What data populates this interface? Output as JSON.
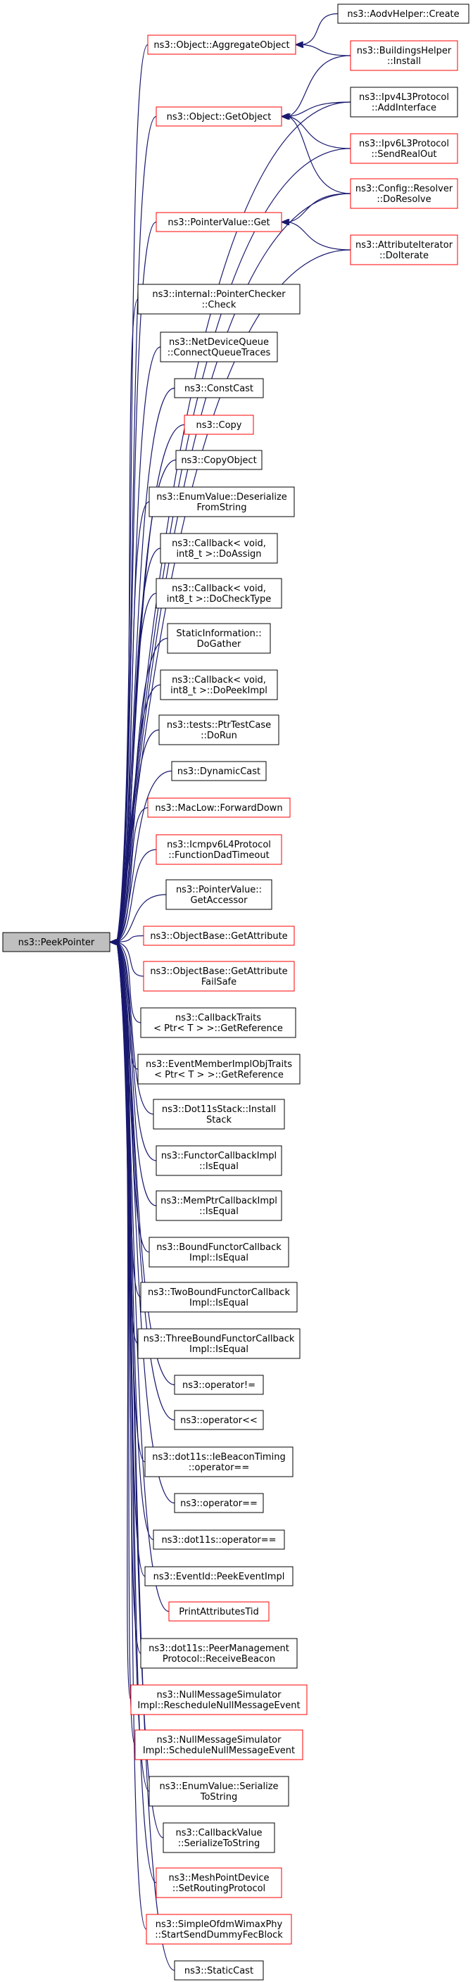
{
  "colors": {
    "edge": "#191970",
    "node_black": "#000000",
    "node_red": "#ff0000",
    "root_fill": "#bfbfbf",
    "background": "#ffffff"
  },
  "graph": {
    "root": {
      "id": "root",
      "lines": [
        "ns3::PeekPointer"
      ],
      "color": "root"
    },
    "nodes": [
      {
        "id": "aggregate",
        "lines": [
          "ns3::Object::AggregateObject"
        ],
        "color": "red"
      },
      {
        "id": "getobject",
        "lines": [
          "ns3::Object::GetObject"
        ],
        "color": "red"
      },
      {
        "id": "pvget",
        "lines": [
          "ns3::PointerValue::Get"
        ],
        "color": "red"
      },
      {
        "id": "aodv",
        "lines": [
          "ns3::AodvHelper::Create"
        ],
        "color": "black"
      },
      {
        "id": "buildings",
        "lines": [
          "ns3::BuildingsHelper",
          "::Install"
        ],
        "color": "red"
      },
      {
        "id": "ipv4",
        "lines": [
          "ns3::Ipv4L3Protocol",
          "::AddInterface"
        ],
        "color": "black"
      },
      {
        "id": "ipv6",
        "lines": [
          "ns3::Ipv6L3Protocol",
          "::SendRealOut"
        ],
        "color": "red"
      },
      {
        "id": "resolver",
        "lines": [
          "ns3::Config::Resolver",
          "::DoResolve"
        ],
        "color": "red"
      },
      {
        "id": "attriter",
        "lines": [
          "ns3::AttributeIterator",
          "::DoIterate"
        ],
        "color": "red"
      },
      {
        "id": "pointerchecker",
        "lines": [
          "ns3::internal::PointerChecker",
          "::Check"
        ],
        "color": "black"
      },
      {
        "id": "netdevq",
        "lines": [
          "ns3::NetDeviceQueue",
          "::ConnectQueueTraces"
        ],
        "color": "black"
      },
      {
        "id": "constcast",
        "lines": [
          "ns3::ConstCast"
        ],
        "color": "black"
      },
      {
        "id": "copy",
        "lines": [
          "ns3::Copy"
        ],
        "color": "red"
      },
      {
        "id": "copyobject",
        "lines": [
          "ns3::CopyObject"
        ],
        "color": "black"
      },
      {
        "id": "enumdeser",
        "lines": [
          "ns3::EnumValue::Deserialize",
          "FromString"
        ],
        "color": "black"
      },
      {
        "id": "cbassign",
        "lines": [
          "ns3::Callback< void,",
          "int8_t >::DoAssign"
        ],
        "color": "black"
      },
      {
        "id": "cbcheck",
        "lines": [
          "ns3::Callback< void,",
          "int8_t >::DoCheckType"
        ],
        "color": "black"
      },
      {
        "id": "staticinfo",
        "lines": [
          "StaticInformation::",
          "DoGather"
        ],
        "color": "black"
      },
      {
        "id": "cbpeek",
        "lines": [
          "ns3::Callback< void,",
          "int8_t >::DoPeekImpl"
        ],
        "color": "black"
      },
      {
        "id": "ptrtest",
        "lines": [
          "ns3::tests::PtrTestCase",
          "::DoRun"
        ],
        "color": "black"
      },
      {
        "id": "dyncast",
        "lines": [
          "ns3::DynamicCast"
        ],
        "color": "black"
      },
      {
        "id": "maclow",
        "lines": [
          "ns3::MacLow::ForwardDown"
        ],
        "color": "red"
      },
      {
        "id": "icmpv6",
        "lines": [
          "ns3::Icmpv6L4Protocol",
          "::FunctionDadTimeout"
        ],
        "color": "red"
      },
      {
        "id": "pvaccessor",
        "lines": [
          "ns3::PointerValue::",
          "GetAccessor"
        ],
        "color": "black"
      },
      {
        "id": "obgetattr",
        "lines": [
          "ns3::ObjectBase::GetAttribute"
        ],
        "color": "red"
      },
      {
        "id": "obgetattrfs",
        "lines": [
          "ns3::ObjectBase::GetAttribute",
          "FailSafe"
        ],
        "color": "red"
      },
      {
        "id": "cbtraits",
        "lines": [
          "ns3::CallbackTraits",
          "< Ptr< T > >::GetReference"
        ],
        "color": "black"
      },
      {
        "id": "eventmember",
        "lines": [
          "ns3::EventMemberImplObjTraits",
          "< Ptr< T > >::GetReference"
        ],
        "color": "black"
      },
      {
        "id": "dot11sstack",
        "lines": [
          "ns3::Dot11sStack::Install",
          "Stack"
        ],
        "color": "black"
      },
      {
        "id": "functorcb",
        "lines": [
          "ns3::FunctorCallbackImpl",
          "::IsEqual"
        ],
        "color": "black"
      },
      {
        "id": "memptrcb",
        "lines": [
          "ns3::MemPtrCallbackImpl",
          "::IsEqual"
        ],
        "color": "black"
      },
      {
        "id": "boundfunctor",
        "lines": [
          "ns3::BoundFunctorCallback",
          "Impl::IsEqual"
        ],
        "color": "black"
      },
      {
        "id": "twobound",
        "lines": [
          "ns3::TwoBoundFunctorCallback",
          "Impl::IsEqual"
        ],
        "color": "black"
      },
      {
        "id": "threebound",
        "lines": [
          "ns3::ThreeBoundFunctorCallback",
          "Impl::IsEqual"
        ],
        "color": "black"
      },
      {
        "id": "opneq",
        "lines": [
          "ns3::operator!="
        ],
        "color": "black"
      },
      {
        "id": "opshl",
        "lines": [
          "ns3::operator<<"
        ],
        "color": "black"
      },
      {
        "id": "iebeacon",
        "lines": [
          "ns3::dot11s::IeBeaconTiming",
          "::operator=="
        ],
        "color": "black"
      },
      {
        "id": "opeq",
        "lines": [
          "ns3::operator=="
        ],
        "color": "black"
      },
      {
        "id": "dot11seq",
        "lines": [
          "ns3::dot11s::operator=="
        ],
        "color": "black"
      },
      {
        "id": "eventid",
        "lines": [
          "ns3::EventId::PeekEventImpl"
        ],
        "color": "black"
      },
      {
        "id": "printattr",
        "lines": [
          "PrintAttributesTid"
        ],
        "color": "red"
      },
      {
        "id": "peermgmt",
        "lines": [
          "ns3::dot11s::PeerManagement",
          "Protocol::ReceiveBeacon"
        ],
        "color": "black"
      },
      {
        "id": "nullresched",
        "lines": [
          "ns3::NullMessageSimulator",
          "Impl::RescheduleNullMessageEvent"
        ],
        "color": "red"
      },
      {
        "id": "nullsched",
        "lines": [
          "ns3::NullMessageSimulator",
          "Impl::ScheduleNullMessageEvent"
        ],
        "color": "red"
      },
      {
        "id": "enumser",
        "lines": [
          "ns3::EnumValue::Serialize",
          "ToString"
        ],
        "color": "black"
      },
      {
        "id": "cbvalue",
        "lines": [
          "ns3::CallbackValue",
          "::SerializeToString"
        ],
        "color": "black"
      },
      {
        "id": "meshpoint",
        "lines": [
          "ns3::MeshPointDevice",
          "::SetRoutingProtocol"
        ],
        "color": "red"
      },
      {
        "id": "simpleofdm",
        "lines": [
          "ns3::SimpleOfdmWimaxPhy",
          "::StartSendDummyFecBlock"
        ],
        "color": "red"
      },
      {
        "id": "staticcast",
        "lines": [
          "ns3::StaticCast"
        ],
        "color": "black"
      }
    ],
    "edges": [
      [
        "aggregate",
        "root"
      ],
      [
        "getobject",
        "root"
      ],
      [
        "pvget",
        "root"
      ],
      [
        "pointerchecker",
        "root"
      ],
      [
        "netdevq",
        "root"
      ],
      [
        "constcast",
        "root"
      ],
      [
        "copy",
        "root"
      ],
      [
        "copyobject",
        "root"
      ],
      [
        "enumdeser",
        "root"
      ],
      [
        "cbassign",
        "root"
      ],
      [
        "cbcheck",
        "root"
      ],
      [
        "staticinfo",
        "root"
      ],
      [
        "cbpeek",
        "root"
      ],
      [
        "ptrtest",
        "root"
      ],
      [
        "dyncast",
        "root"
      ],
      [
        "maclow",
        "root"
      ],
      [
        "icmpv6",
        "root"
      ],
      [
        "pvaccessor",
        "root"
      ],
      [
        "obgetattr",
        "root"
      ],
      [
        "obgetattrfs",
        "root"
      ],
      [
        "cbtraits",
        "root"
      ],
      [
        "eventmember",
        "root"
      ],
      [
        "dot11sstack",
        "root"
      ],
      [
        "functorcb",
        "root"
      ],
      [
        "memptrcb",
        "root"
      ],
      [
        "boundfunctor",
        "root"
      ],
      [
        "twobound",
        "root"
      ],
      [
        "threebound",
        "root"
      ],
      [
        "opneq",
        "root"
      ],
      [
        "opshl",
        "root"
      ],
      [
        "iebeacon",
        "root"
      ],
      [
        "opeq",
        "root"
      ],
      [
        "dot11seq",
        "root"
      ],
      [
        "eventid",
        "root"
      ],
      [
        "printattr",
        "root"
      ],
      [
        "peermgmt",
        "root"
      ],
      [
        "nullresched",
        "root"
      ],
      [
        "nullsched",
        "root"
      ],
      [
        "enumser",
        "root"
      ],
      [
        "cbvalue",
        "root"
      ],
      [
        "meshpoint",
        "root"
      ],
      [
        "simpleofdm",
        "root"
      ],
      [
        "staticcast",
        "root"
      ],
      [
        "ipv4",
        "root"
      ],
      [
        "ipv6",
        "root"
      ],
      [
        "resolver",
        "root"
      ],
      [
        "attriter",
        "root"
      ],
      [
        "aodv",
        "aggregate"
      ],
      [
        "buildings",
        "aggregate"
      ],
      [
        "buildings",
        "getobject"
      ],
      [
        "ipv4",
        "getobject"
      ],
      [
        "ipv6",
        "getobject"
      ],
      [
        "resolver",
        "getobject"
      ],
      [
        "resolver",
        "pvget"
      ],
      [
        "attriter",
        "pvget"
      ]
    ]
  }
}
